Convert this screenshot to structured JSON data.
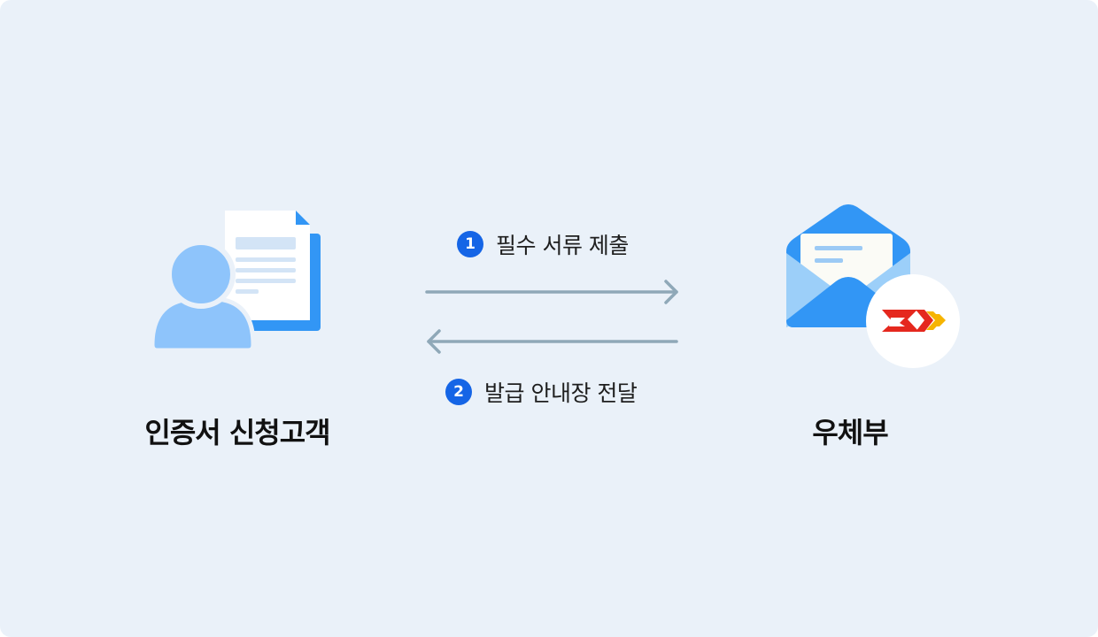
{
  "nodes": {
    "customer": {
      "label": "인증서 신청고객",
      "icon": "person-with-document-icon"
    },
    "post": {
      "label": "우체부",
      "icon": "envelope-with-post-logo-icon"
    }
  },
  "steps": [
    {
      "number": "1",
      "text": "필수 서류 제출",
      "direction": "right"
    },
    {
      "number": "2",
      "text": "발급 안내장 전달",
      "direction": "left"
    }
  ],
  "colors": {
    "background": "#eaf1f9",
    "badge": "#1565e6",
    "arrow": "#8fa8b8",
    "icon_blue": "#3296f5",
    "icon_light_blue": "#8ec4fb",
    "post_red": "#e5281e",
    "post_yellow": "#f6b400"
  }
}
